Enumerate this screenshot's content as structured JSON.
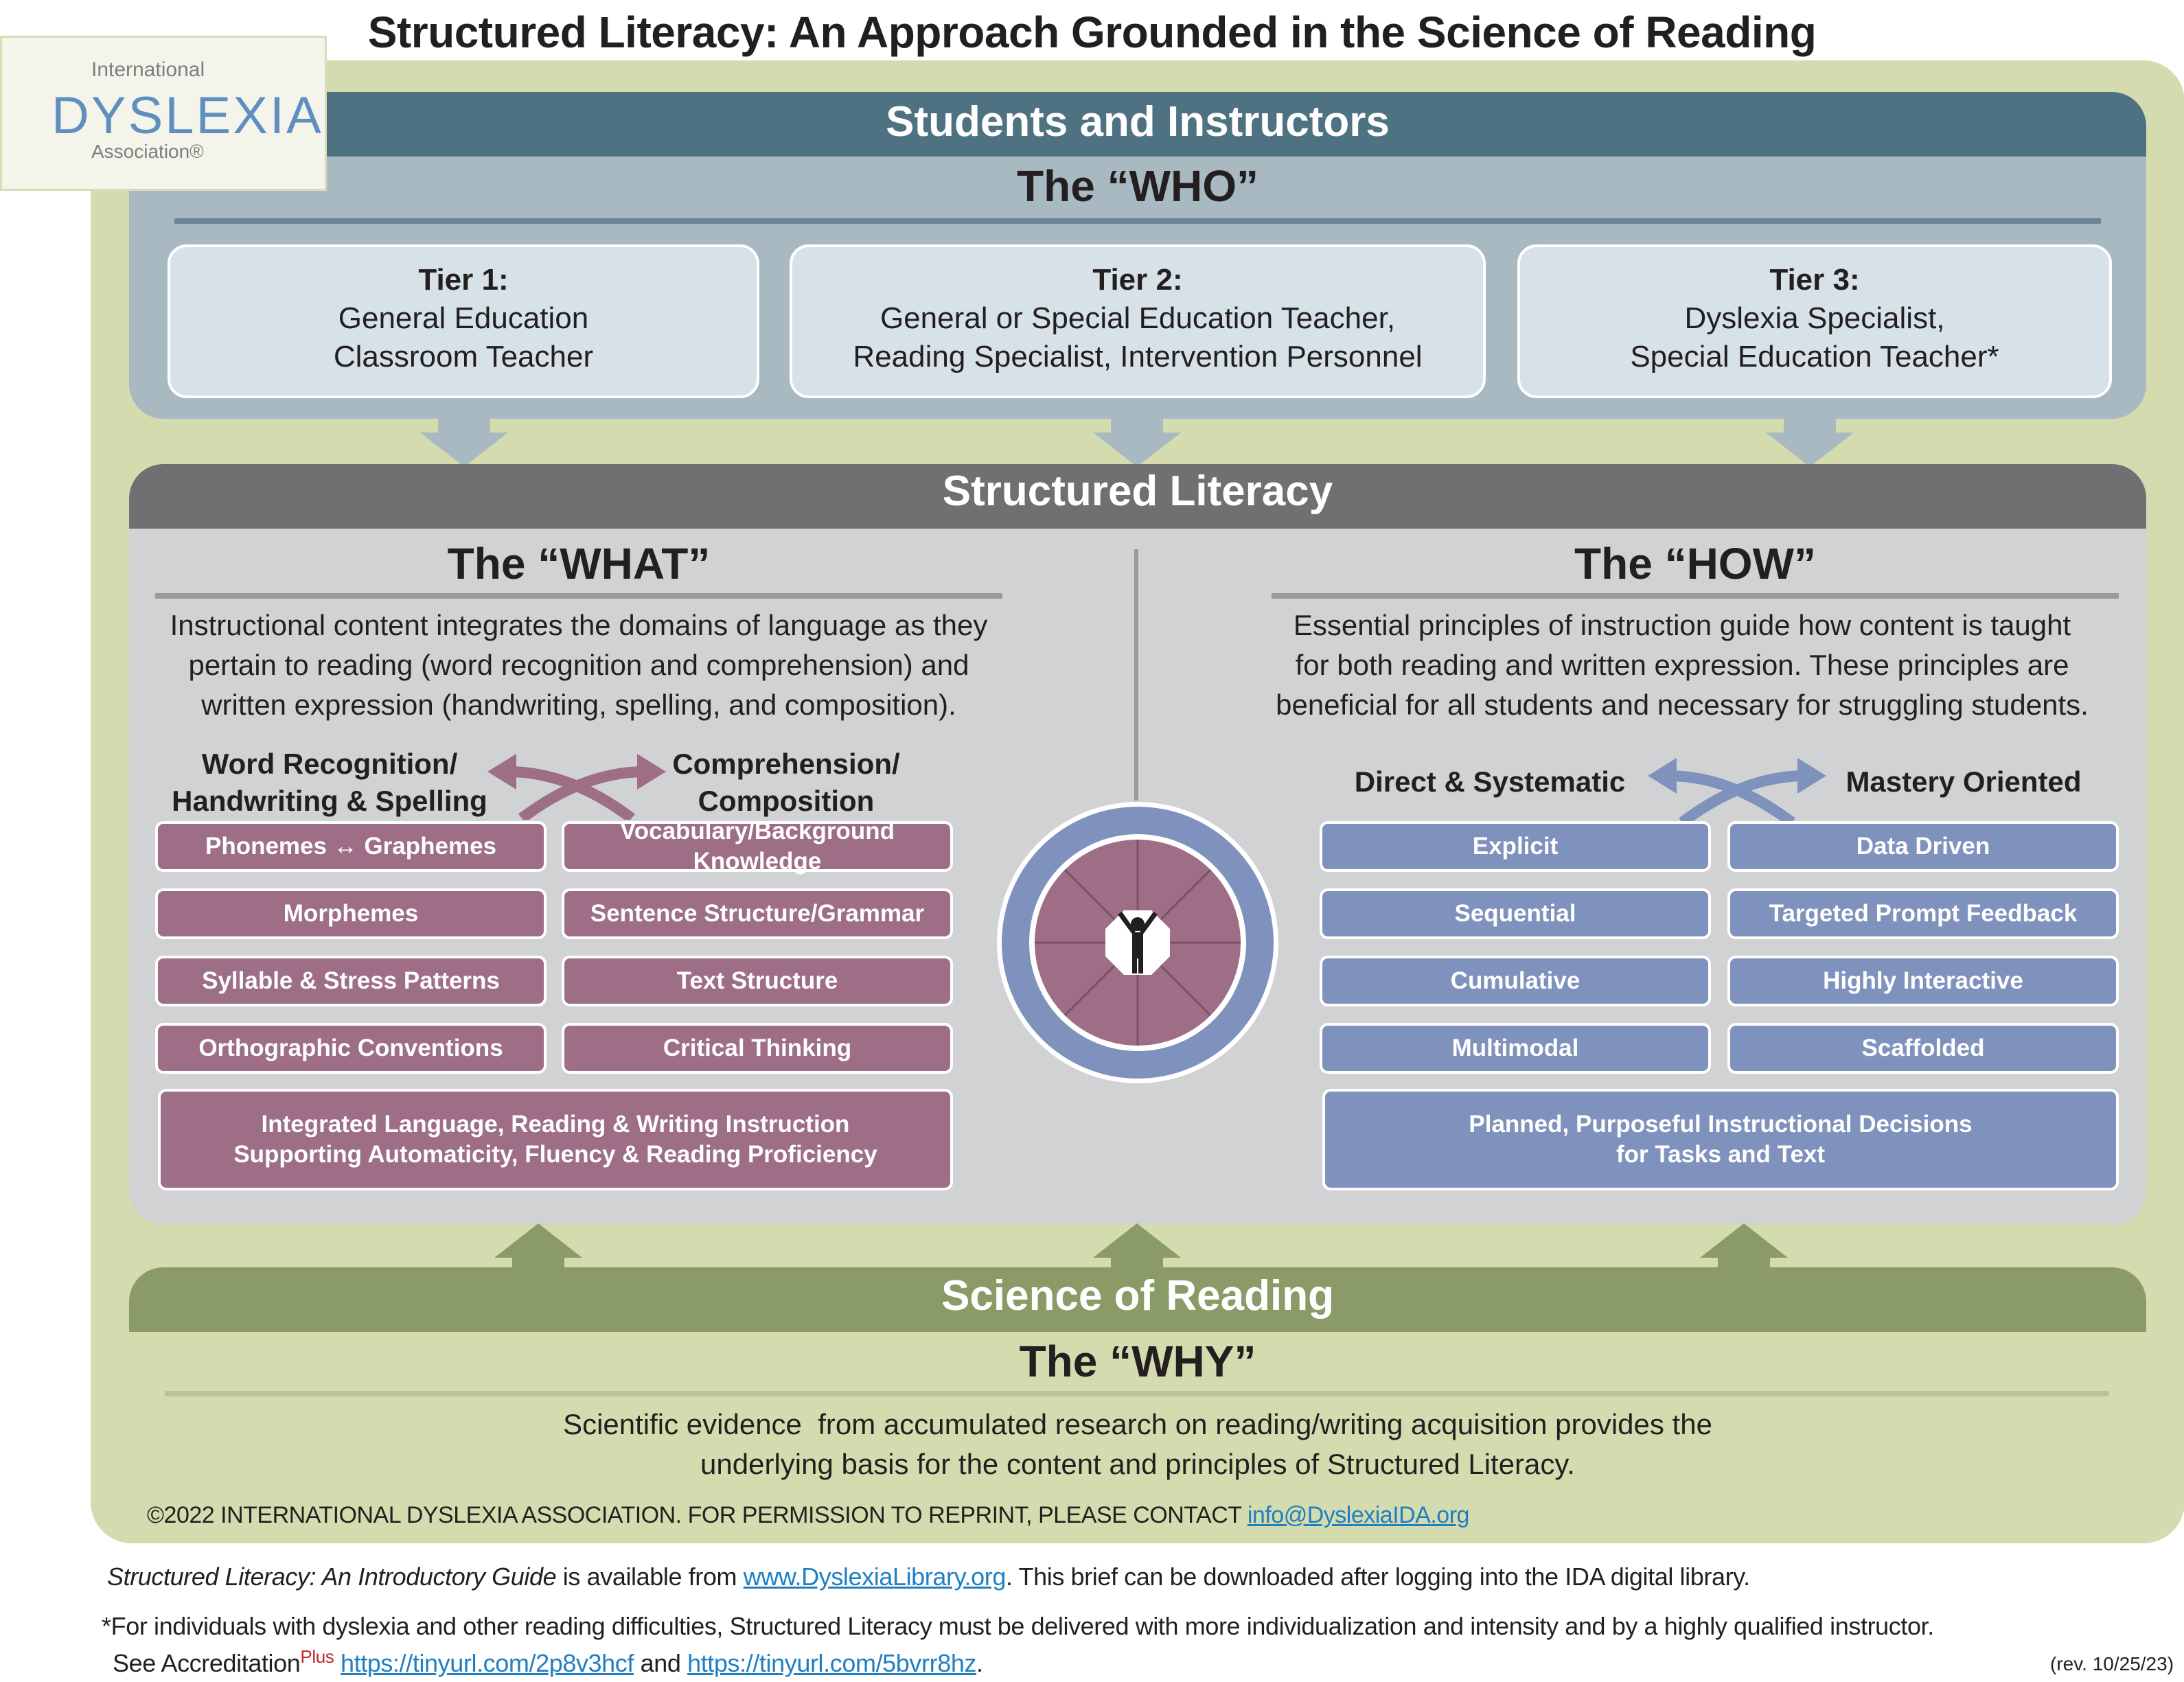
{
  "title": "Structured Literacy: An Approach Grounded in the Science of Reading",
  "logo": {
    "line1": "International",
    "line2": "DYSLEXIA",
    "line3": "Association®"
  },
  "who": {
    "heading": "Students and Instructors",
    "title": "The “WHO”",
    "tiers": [
      {
        "label": "Tier 1:",
        "line1": "General Education",
        "line2": "Classroom Teacher"
      },
      {
        "label": "Tier 2:",
        "line1": "General or Special Education Teacher,",
        "line2": "Reading Specialist, Intervention Personnel"
      },
      {
        "label": "Tier 3:",
        "line1": "Dyslexia Specialist,",
        "line2": "Special Education Teacher*"
      }
    ]
  },
  "structured_literacy": {
    "heading": "Structured Literacy",
    "what": {
      "title": "The “WHAT”",
      "text_lines": [
        "Instructional content integrates the domains of language as they",
        "pertain to reading (word recognition and comprehension) and",
        "written expression (handwriting, spelling, and composition)."
      ],
      "left_heading": [
        "Word Recognition/",
        "Handwriting & Spelling"
      ],
      "right_heading": [
        "Comprehension/",
        "Composition"
      ],
      "left_items": [
        "Phonemes ↔ Graphemes",
        "Morphemes",
        "Syllable & Stress Patterns",
        "Orthographic Conventions"
      ],
      "right_items": [
        "Vocabulary/Background Knowledge",
        "Sentence Structure/Grammar",
        "Text Structure",
        "Critical Thinking"
      ],
      "summary": [
        "Integrated Language, Reading & Writing Instruction",
        "Supporting Automaticity, Fluency & Reading Proficiency"
      ]
    },
    "how": {
      "title": "The “HOW”",
      "text_lines": [
        "Essential principles of instruction guide how content is taught",
        "for both reading and written expression. These principles are",
        "beneficial for all students and necessary for struggling students."
      ],
      "left_heading": "Direct & Systematic",
      "right_heading": "Mastery Oriented",
      "left_items": [
        "Explicit",
        "Sequential",
        "Cumulative",
        "Multimodal"
      ],
      "right_items": [
        "Data Driven",
        "Targeted Prompt Feedback",
        "Highly Interactive",
        "Scaffolded"
      ],
      "summary": [
        "Planned, Purposeful Instructional Decisions",
        "for Tasks and Text"
      ]
    }
  },
  "why": {
    "heading": "Science of Reading",
    "title": "The “WHY”",
    "text_lines": [
      "Scientific evidence  from accumulated research on reading/writing acquisition provides the",
      "underlying basis for the content and principles of Structured Literacy."
    ]
  },
  "footer": {
    "copyright": "©2022 INTERNATIONAL DYSLEXIA ASSOCIATION. FOR PERMISSION TO REPRINT, PLEASE CONTACT",
    "email": "info@DyslexiaIDA.org",
    "guide_title": "Structured Literacy: An Introductory Guide",
    "guide_mid": " is available from ",
    "guide_link": "www.DyslexiaLibrary.org",
    "guide_end": ". This brief can be downloaded after logging into the IDA digital library.",
    "note": "*For individuals with dyslexia and other reading difficulties, Structured Literacy must be delivered with more individualization and intensity and by a highly qualified instructor.",
    "see_prefix": "See Accreditation",
    "see_sup": "Plus",
    "link1": "https://tinyurl.com/2p8v3hcf",
    "and": " and ",
    "link2": "https://tinyurl.com/5bvrr8hz",
    "period": ".",
    "rev": "(rev. 10/25/23)"
  },
  "colors": {
    "outer": "#d4dbae",
    "who_header": "#4e7282",
    "who_panel": "#a9b9c2",
    "sl_header": "#707072",
    "sl_panel": "#d1d2d4",
    "what_box": "#9e6e87",
    "how_box": "#7f91bd",
    "why_header": "#8b9b68"
  }
}
